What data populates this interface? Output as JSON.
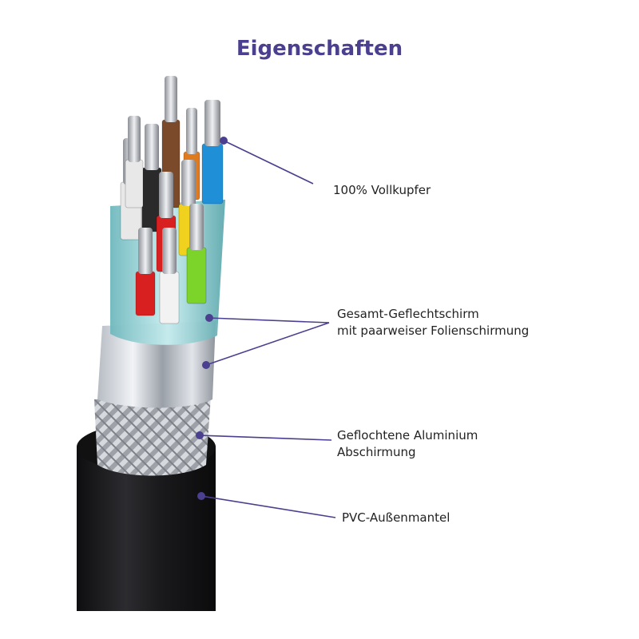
{
  "title": "Eigenschaften",
  "colors": {
    "title": "#4b3f8f",
    "leader": "#4b3f8f",
    "jacket": "#1c1c1e",
    "braid": "#b9bcc2",
    "foil": "#d8dbe0",
    "pair_foil": "#8fd0d4"
  },
  "callouts": [
    {
      "id": "copper",
      "lines": [
        "100% Vollkupfer"
      ]
    },
    {
      "id": "shield",
      "lines": [
        "Gesamt-Geflechtschirm",
        "mit paarweiser Folienschirmung"
      ]
    },
    {
      "id": "braid",
      "lines": [
        "Geflochtene Aluminium",
        "Abschirmung"
      ]
    },
    {
      "id": "jacket",
      "lines": [
        "PVC-Außenmantel"
      ]
    }
  ],
  "wire_colors": [
    "#e8e8e8",
    "#2a2a2a",
    "#7a4a2a",
    "#e07a1f",
    "#1f8fd8",
    "#f0d21e",
    "#d82020",
    "#7cd32a",
    "#f2f2f2",
    "#d82020",
    "#e8e8e8"
  ]
}
